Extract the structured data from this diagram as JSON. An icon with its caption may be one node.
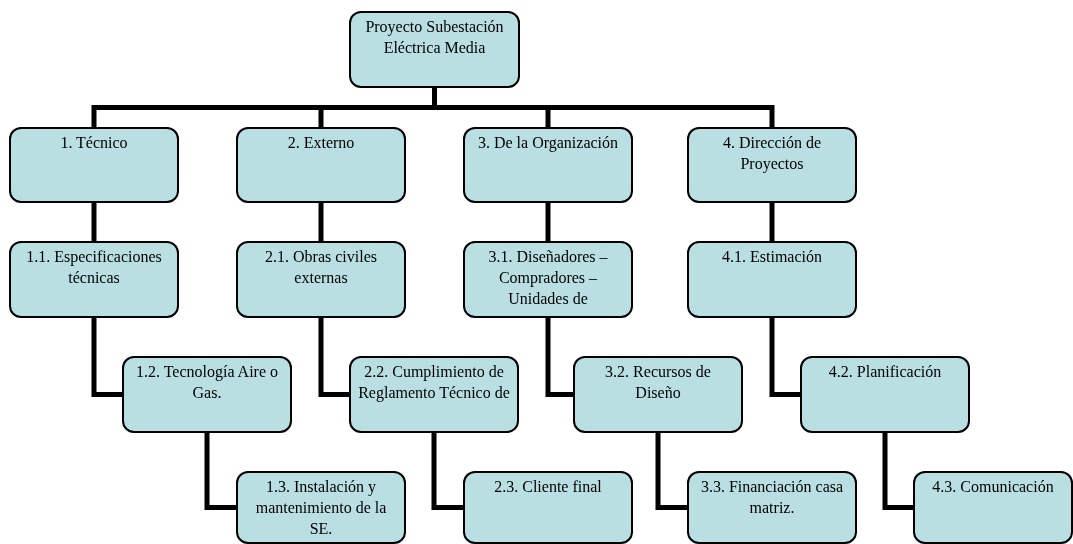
{
  "diagram": {
    "nodes": [
      {
        "text": [
          "Proyecto Subestación Eléctrica Media"
        ]
      },
      {
        "text": [
          "1. Técnico"
        ]
      },
      {
        "text": [
          "2. Externo"
        ]
      },
      {
        "text": [
          "3. De la Organización"
        ]
      },
      {
        "text": [
          "4. Dirección de Proyectos"
        ]
      },
      {
        "text": [
          "1.1. Especificaciones técnicas"
        ]
      },
      {
        "text": [
          "2.1. Obras civiles externas"
        ]
      },
      {
        "text": [
          "3.1. Diseñadores – Compradores – Unidades de"
        ]
      },
      {
        "text": [
          "4.1. Estimación"
        ]
      },
      {
        "text": [
          "1.2. Tecnología Aire o Gas."
        ]
      },
      {
        "text": [
          "2.2. Cumplimiento de Reglamento Técnico de"
        ]
      },
      {
        "text": [
          "3.2. Recursos de Diseño"
        ]
      },
      {
        "text": [
          "4.2. Planificación"
        ]
      },
      {
        "text": [
          "1.3. Instalación y mantenimiento de la SE."
        ]
      },
      {
        "text": [
          "2.3. Cliente final"
        ]
      },
      {
        "text": [
          "3.3. Financiación casa matriz."
        ]
      },
      {
        "text": [
          "4.3. Comunicación"
        ]
      }
    ],
    "edges": [
      {
        "from": 0,
        "to": 1,
        "arrow": "none"
      },
      {
        "from": 0,
        "to": 2,
        "arrow": "none"
      },
      {
        "from": 0,
        "to": 3,
        "arrow": "none"
      },
      {
        "from": 0,
        "to": 4,
        "arrow": "none"
      },
      {
        "from": 1,
        "to": 5,
        "arrow": "none"
      },
      {
        "from": 2,
        "to": 6,
        "arrow": "none"
      },
      {
        "from": 3,
        "to": 7,
        "arrow": "none"
      },
      {
        "from": 4,
        "to": 8,
        "arrow": "none"
      },
      {
        "from": 5,
        "to": 9,
        "arrow": "none"
      },
      {
        "from": 6,
        "to": 10,
        "arrow": "none"
      },
      {
        "from": 7,
        "to": 11,
        "arrow": "none"
      },
      {
        "from": 8,
        "to": 12,
        "arrow": "none"
      },
      {
        "from": 9,
        "to": 13,
        "arrow": "none"
      },
      {
        "from": 10,
        "to": 14,
        "arrow": "none"
      },
      {
        "from": 11,
        "to": 15,
        "arrow": "none"
      },
      {
        "from": 12,
        "to": 16,
        "arrow": "none"
      }
    ]
  }
}
